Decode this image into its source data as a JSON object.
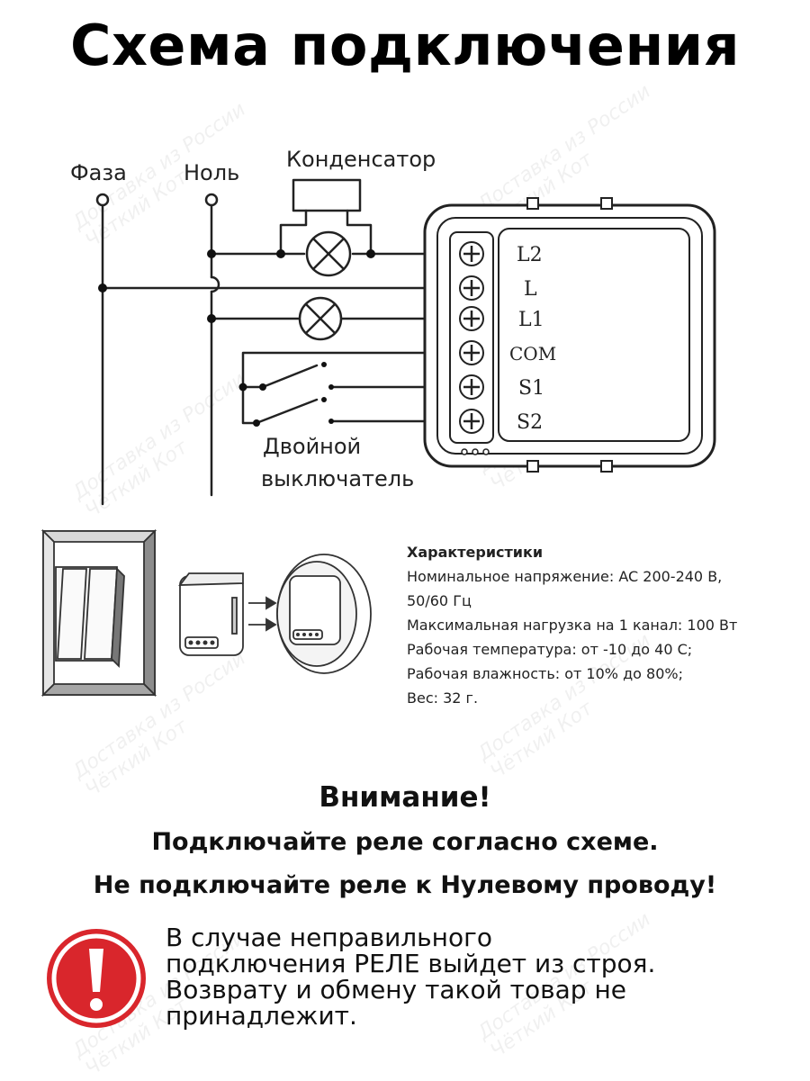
{
  "title": "Схема подключения",
  "diagram": {
    "phase_label": "Фаза",
    "neutral_label": "Ноль",
    "capacitor_label": "Конденсатор",
    "switch_label_line1": "Двойной",
    "switch_label_line2": "выключатель",
    "terminals": [
      "L2",
      "L",
      "L1",
      "COM",
      "S1",
      "S2"
    ]
  },
  "specs": {
    "title": "Характеристики",
    "lines": [
      "Номинальное напряжение: AC 200-240 В,",
      "50/60 Гц",
      "Максимальная нагрузка на 1 канал: 100 Вт",
      "Рабочая температура: от -10 до 40 С;",
      "Рабочая влажность: от 10% до 80%;",
      "Вес: 32 г."
    ]
  },
  "warning": {
    "title": "Внимание!",
    "line1": "Подключайте реле согласно схеме.",
    "line2": "Не подключайте реле к Нулевому проводу!",
    "note_line1": "В случае неправильного",
    "note_line2": "подключения РЕЛЕ выйдет из строя.",
    "note_line3": "Возврату и обмену такой товар не",
    "note_line4": "принадлежит."
  },
  "watermark": {
    "line1": "Доставка из России",
    "line2": "Чёткий Кот"
  },
  "colors": {
    "warning_red": "#d9262c",
    "line": "#222222"
  }
}
